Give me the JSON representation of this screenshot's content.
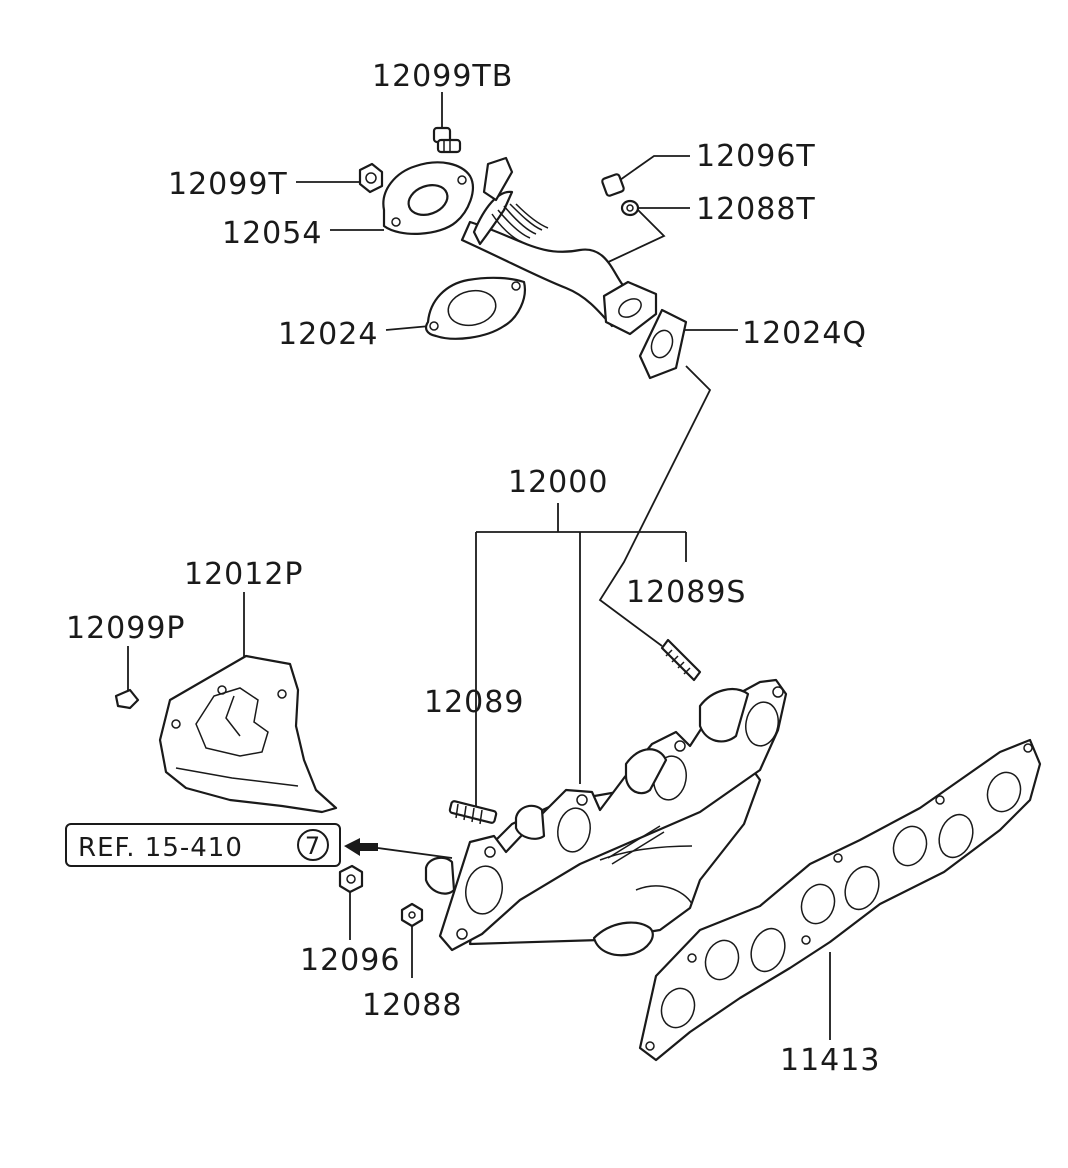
{
  "labels": {
    "p12099TB": "12099TB",
    "p12099T": "12099T",
    "p12054": "12054",
    "p12096T": "12096T",
    "p12088T": "12088T",
    "p12024": "12024",
    "p12024Q": "12024Q",
    "p12000": "12000",
    "p12012P": "12012P",
    "p12099P": "12099P",
    "p12089S": "12089S",
    "p12089": "12089",
    "p12096": "12096",
    "p12088": "12088",
    "p11413": "11413"
  },
  "reference": {
    "text": "REF. 15-410",
    "circle_number": "7"
  }
}
